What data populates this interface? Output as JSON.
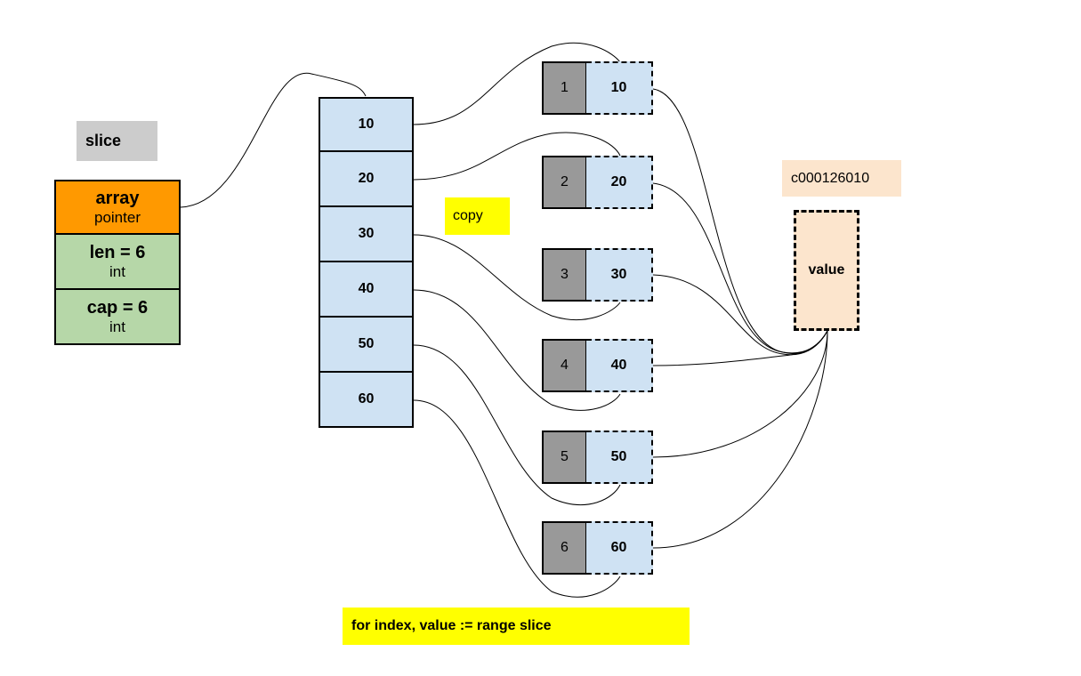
{
  "slice": {
    "label": "slice",
    "fields": {
      "array": {
        "name": "array",
        "type": "pointer"
      },
      "len": {
        "name": "len = 6",
        "type": "int"
      },
      "cap": {
        "name": "cap = 6",
        "type": "int"
      }
    }
  },
  "array": {
    "values": [
      "10",
      "20",
      "30",
      "40",
      "50",
      "60"
    ]
  },
  "copy_label": "copy",
  "iterations": [
    {
      "index": "1",
      "value": "10"
    },
    {
      "index": "2",
      "value": "20"
    },
    {
      "index": "3",
      "value": "30"
    },
    {
      "index": "4",
      "value": "40"
    },
    {
      "index": "5",
      "value": "50"
    },
    {
      "index": "6",
      "value": "60"
    }
  ],
  "value_var": {
    "address": "c000126010",
    "label": "value"
  },
  "code": "for index, value := range slice",
  "colors": {
    "slice_label_bg": "#cccccc",
    "array_field_bg": "#ff9900",
    "int_field_bg": "#b6d7a8",
    "array_cell_bg": "#cfe2f3",
    "index_cell_bg": "#999999",
    "value_var_bg": "#fce5cd",
    "highlight_bg": "#ffff00"
  }
}
